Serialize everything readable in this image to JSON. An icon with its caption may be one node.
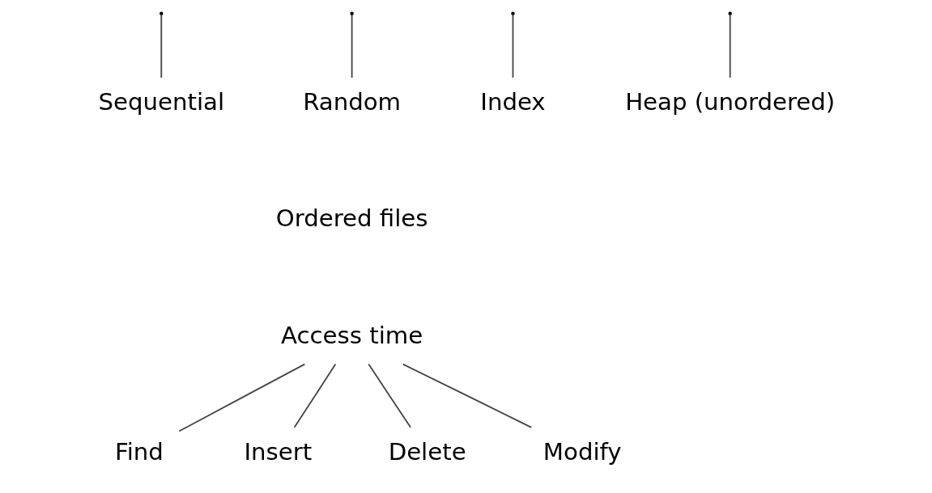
{
  "diagram": {
    "nodes": [
      {
        "text": [
          "Sequential"
        ]
      },
      {
        "text": [
          "Random"
        ]
      },
      {
        "text": [
          "Index"
        ]
      },
      {
        "text": [
          "Heap (unordered)"
        ]
      },
      {
        "text": [
          "Access time"
        ]
      },
      {
        "text": [
          "Find"
        ]
      },
      {
        "text": [
          "Insert"
        ]
      },
      {
        "text": [
          "Delete"
        ]
      },
      {
        "text": [
          "Modify"
        ]
      }
    ],
    "edges": [
      {
        "from": null,
        "to": 0,
        "arrow": "none"
      },
      {
        "from": null,
        "to": 1,
        "arrow": "none"
      },
      {
        "from": null,
        "to": 2,
        "arrow": "none"
      },
      {
        "from": null,
        "to": 3,
        "arrow": "none"
      },
      {
        "from": 4,
        "to": 5,
        "arrow": "none"
      },
      {
        "from": 4,
        "to": 6,
        "arrow": "none"
      },
      {
        "from": 4,
        "to": 7,
        "arrow": "none"
      },
      {
        "from": 4,
        "to": 8,
        "arrow": "none"
      }
    ],
    "labels": [
      "Ordered files"
    ]
  }
}
